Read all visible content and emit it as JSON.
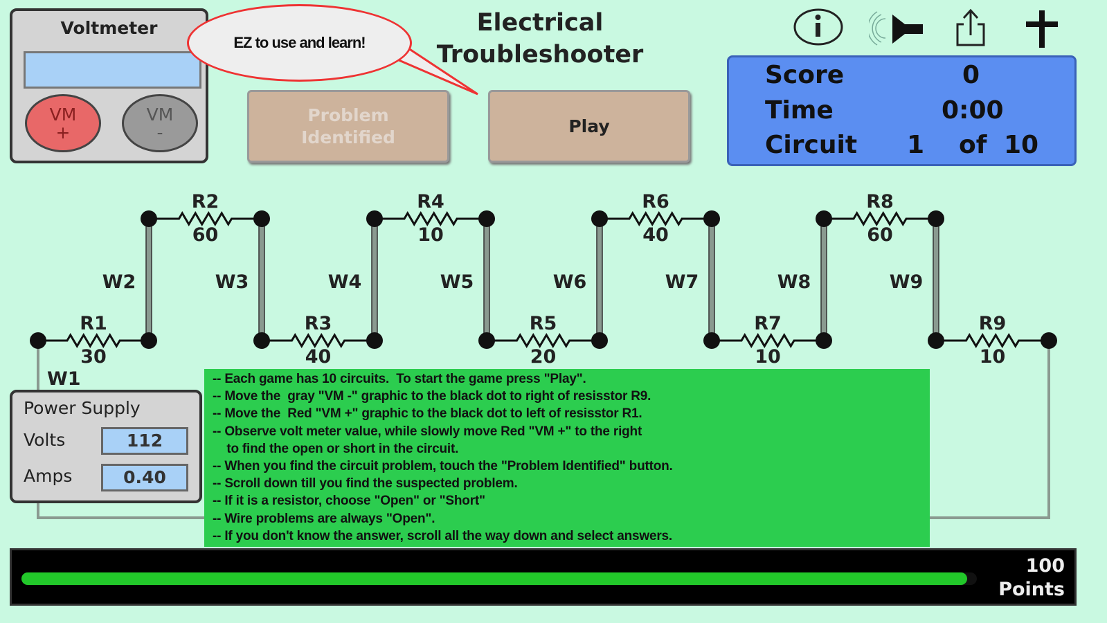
{
  "voltmeter": {
    "title": "Voltmeter",
    "display": "",
    "probe_plus": {
      "line1": "VM",
      "line2": "+"
    },
    "probe_minus": {
      "line1": "VM",
      "line2": "-"
    }
  },
  "bubble": "EZ to use and learn!",
  "title": {
    "line1": "Electrical",
    "line2": "Troubleshooter"
  },
  "buttons": {
    "problem": {
      "line1": "Problem",
      "line2": "Identified"
    },
    "play": "Play"
  },
  "icons": [
    "info-icon",
    "sound-icon",
    "share-icon",
    "plus-icon"
  ],
  "score": {
    "score_label": "Score",
    "score_value": "0",
    "time_label": "Time",
    "time_value": "0:00",
    "circuit_label": "Circuit",
    "circuit_current": "1",
    "of": "of",
    "circuit_total": "10"
  },
  "circuit": {
    "resistors": [
      {
        "name": "R1",
        "value": "30"
      },
      {
        "name": "R2",
        "value": "60"
      },
      {
        "name": "R3",
        "value": "40"
      },
      {
        "name": "R4",
        "value": "10"
      },
      {
        "name": "R5",
        "value": "20"
      },
      {
        "name": "R6",
        "value": "40"
      },
      {
        "name": "R7",
        "value": "10"
      },
      {
        "name": "R8",
        "value": "60"
      },
      {
        "name": "R9",
        "value": "10"
      }
    ],
    "wires": [
      "W1",
      "W2",
      "W3",
      "W4",
      "W5",
      "W6",
      "W7",
      "W8",
      "W9"
    ]
  },
  "power_supply": {
    "title": "Power Supply",
    "volts_label": "Volts",
    "volts": "112",
    "amps_label": "Amps",
    "amps": "0.40"
  },
  "instructions": [
    "-- Each game has 10 circuits.  To start the game press \"Play\".",
    "-- Move the  gray \"VM -\" graphic to the black dot to right of resisstor R9.",
    "-- Move the  Red \"VM +\" graphic to the black dot to left of resisstor R1.",
    "-- Observe volt meter value, while slowly move Red \"VM +\" to the right",
    "    to find the open or short in the circuit.",
    "-- When you find the circuit problem, touch the \"Problem Identified\" button.",
    "-- Scroll down till you find the suspected problem.",
    "-- If it is a resistor, choose \"Open\" or \"Short\"",
    "-- Wire problems are always \"Open\".",
    "-- If you don't know the answer, scroll all the way down and select answers."
  ],
  "progress": {
    "fraction": 0.99,
    "points": "100",
    "points_label": "Points"
  }
}
